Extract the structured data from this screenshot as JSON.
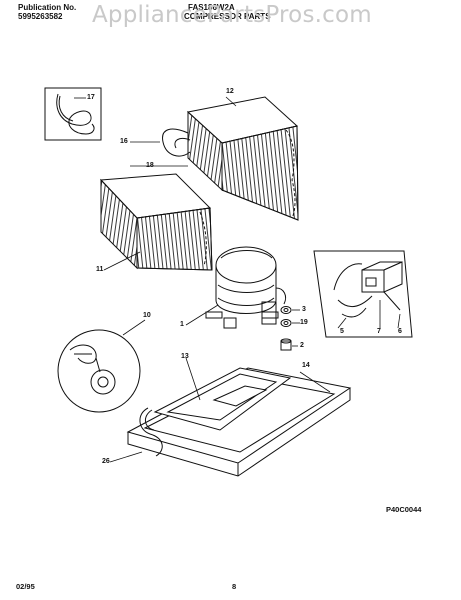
{
  "header": {
    "publication_label": "Publication No.",
    "publication_number": "5995263582",
    "model": "FAS186W2A",
    "section_title": "COMPRESSOR PARTS"
  },
  "watermark": "AppliancePartsPros.com",
  "callouts": {
    "c1": "1",
    "c2": "2",
    "c3": "3",
    "c5": "5",
    "c6": "6",
    "c7": "7",
    "c10": "10",
    "c11": "11",
    "c12": "12",
    "c13": "13",
    "c14": "14",
    "c16": "16",
    "c17": "17",
    "c18": "18",
    "c19": "19",
    "c26": "26"
  },
  "diagram_code": "P40C0044",
  "footer": {
    "date": "02/95",
    "page": "8"
  }
}
